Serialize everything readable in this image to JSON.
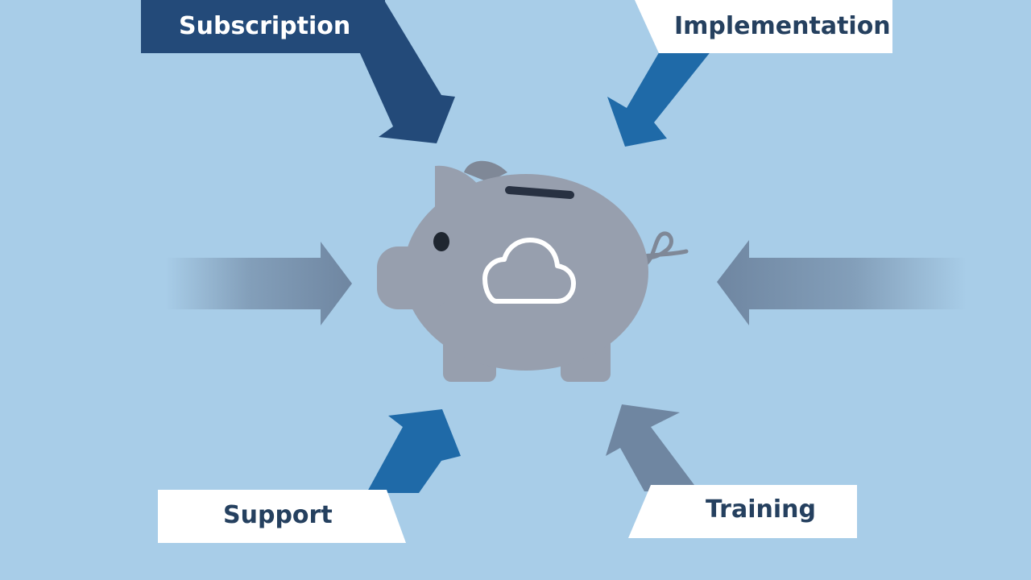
{
  "colors": {
    "background": "#a8cde8",
    "navy": "#234a79",
    "blue": "#1f6aa8",
    "slate": "#6f86a1",
    "pig": "#979fae",
    "pig_dark": "#7f8897",
    "label_dark_text": "#ffffff",
    "label_light_bg": "#ffffff",
    "label_light_text": "#25405f"
  },
  "labels": {
    "subscription": "Subscription",
    "implementation": "Implementation",
    "support": "Support",
    "training": "Training"
  },
  "icons": {
    "center": "piggy-bank-icon",
    "inner": "cloud-icon"
  }
}
